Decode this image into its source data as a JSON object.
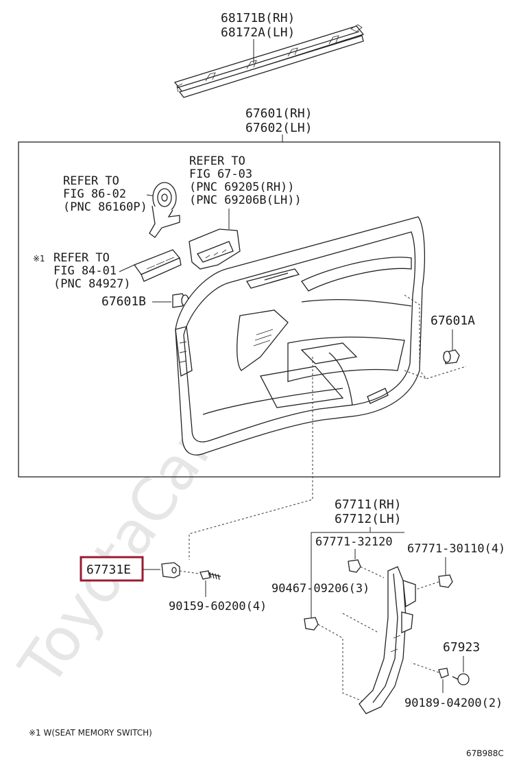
{
  "watermark": "ToyotaCarMine.ru",
  "labels": {
    "upper_strip": [
      "68171B(RH)",
      "68172A(LH)"
    ],
    "door_panel": [
      "67601(RH)",
      "67602(LH)"
    ],
    "ref_speaker": [
      "REFER TO",
      "FIG 86-02",
      "(PNC 86160P)"
    ],
    "ref_handle": [
      "REFER TO",
      "FIG 67-03",
      "(PNC 69205(RH))",
      "(PNC 69206B(LH))"
    ],
    "ref_switch_mark": "※1",
    "ref_switch": [
      "REFER TO",
      "FIG 84-01",
      "(PNC 84927)"
    ],
    "clip_left": "67601B",
    "clip_right": "67601A",
    "lower_trim": [
      "67711(RH)",
      "67712(LH)"
    ],
    "pin_a": "67771-32120",
    "pin_b": "67771-30110(4)",
    "clip_c": "90467-09206(3)",
    "highlighted": "67731E",
    "screw_a": "90159-60200(4)",
    "clip_d": "67923",
    "screw_b": "90189-04200(2)"
  },
  "footnote": "※1 W(SEAT MEMORY SWITCH)",
  "figure_code": "67B988C",
  "colors": {
    "highlight": "#9b1b30",
    "line": "#222222",
    "watermark": "#e6e6e6"
  }
}
